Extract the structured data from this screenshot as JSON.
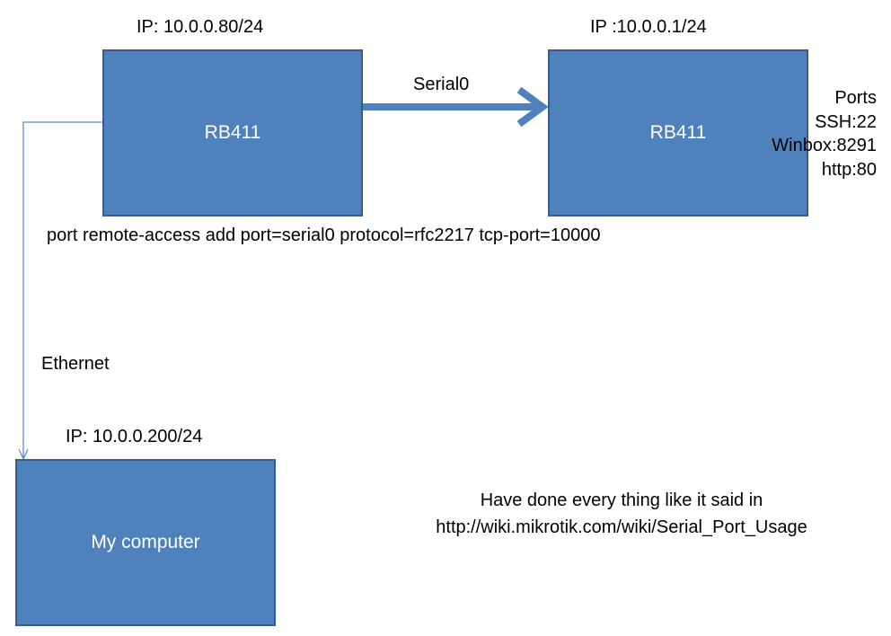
{
  "nodes": {
    "router_a": {
      "label": "RB411",
      "ip": "IP: 10.0.0.80/24"
    },
    "router_b": {
      "label": "RB411",
      "ip": "IP :10.0.0.1/24"
    },
    "computer": {
      "label": "My computer",
      "ip": "IP: 10.0.0.200/24"
    }
  },
  "links": {
    "serial": {
      "label": "Serial0"
    },
    "ethernet": {
      "label": "Ethernet"
    }
  },
  "command": "port remote-access add port=serial0 protocol=rfc2217 tcp-port=10000",
  "ports": {
    "title": "Ports",
    "items": [
      "SSH:22",
      "Winbox:8291",
      "http:80"
    ]
  },
  "note": {
    "line1": "Have done every thing like it said in",
    "line2": "http://wiki.mikrotik.com/wiki/Serial_Port_Usage"
  },
  "colors": {
    "node_fill": "#4f81bd",
    "node_border": "#385d8a",
    "serial_arrow": "#4f81bd",
    "ethernet_line": "#5b8fc9"
  }
}
